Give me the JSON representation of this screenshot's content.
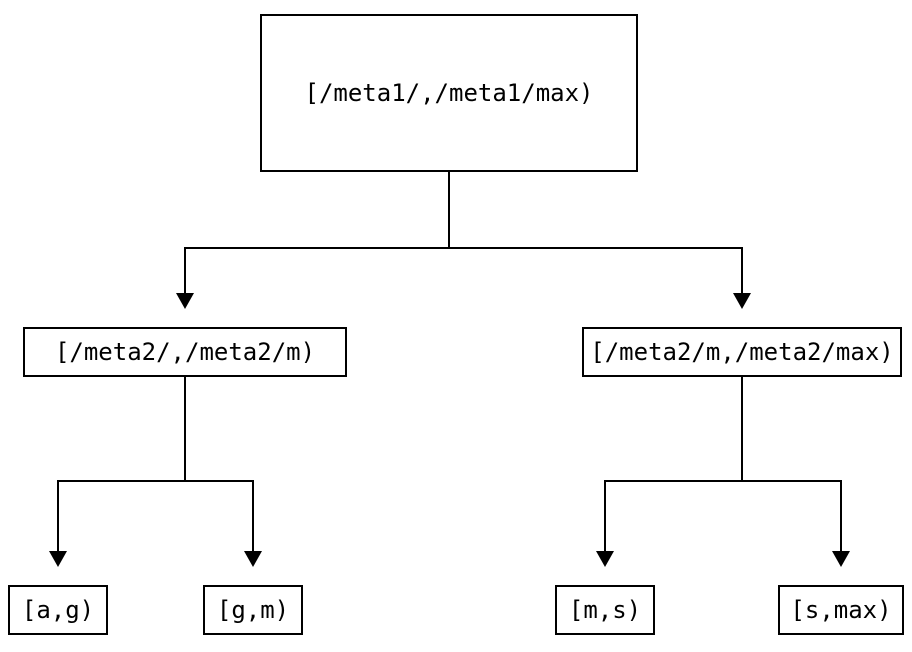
{
  "colors": {
    "line": "#000000",
    "background": "#ffffff",
    "node_fill": "#ffffff",
    "text": "#000000"
  },
  "diagram": {
    "type": "tree",
    "nodes": {
      "root": {
        "label": "[/meta1/,/meta1/max)"
      },
      "meta2_left": {
        "label": "[/meta2/,/meta2/m)"
      },
      "meta2_right": {
        "label": "[/meta2/m,/meta2/max)"
      },
      "leaf_a_g": {
        "label": "[a,g)"
      },
      "leaf_g_m": {
        "label": "[g,m)"
      },
      "leaf_m_s": {
        "label": "[m,s)"
      },
      "leaf_s_max": {
        "label": "[s,max)"
      }
    },
    "edges": [
      {
        "from": "root",
        "to": "meta2_left"
      },
      {
        "from": "root",
        "to": "meta2_right"
      },
      {
        "from": "meta2_left",
        "to": "leaf_a_g"
      },
      {
        "from": "meta2_left",
        "to": "leaf_g_m"
      },
      {
        "from": "meta2_right",
        "to": "leaf_m_s"
      },
      {
        "from": "meta2_right",
        "to": "leaf_s_max"
      }
    ]
  }
}
